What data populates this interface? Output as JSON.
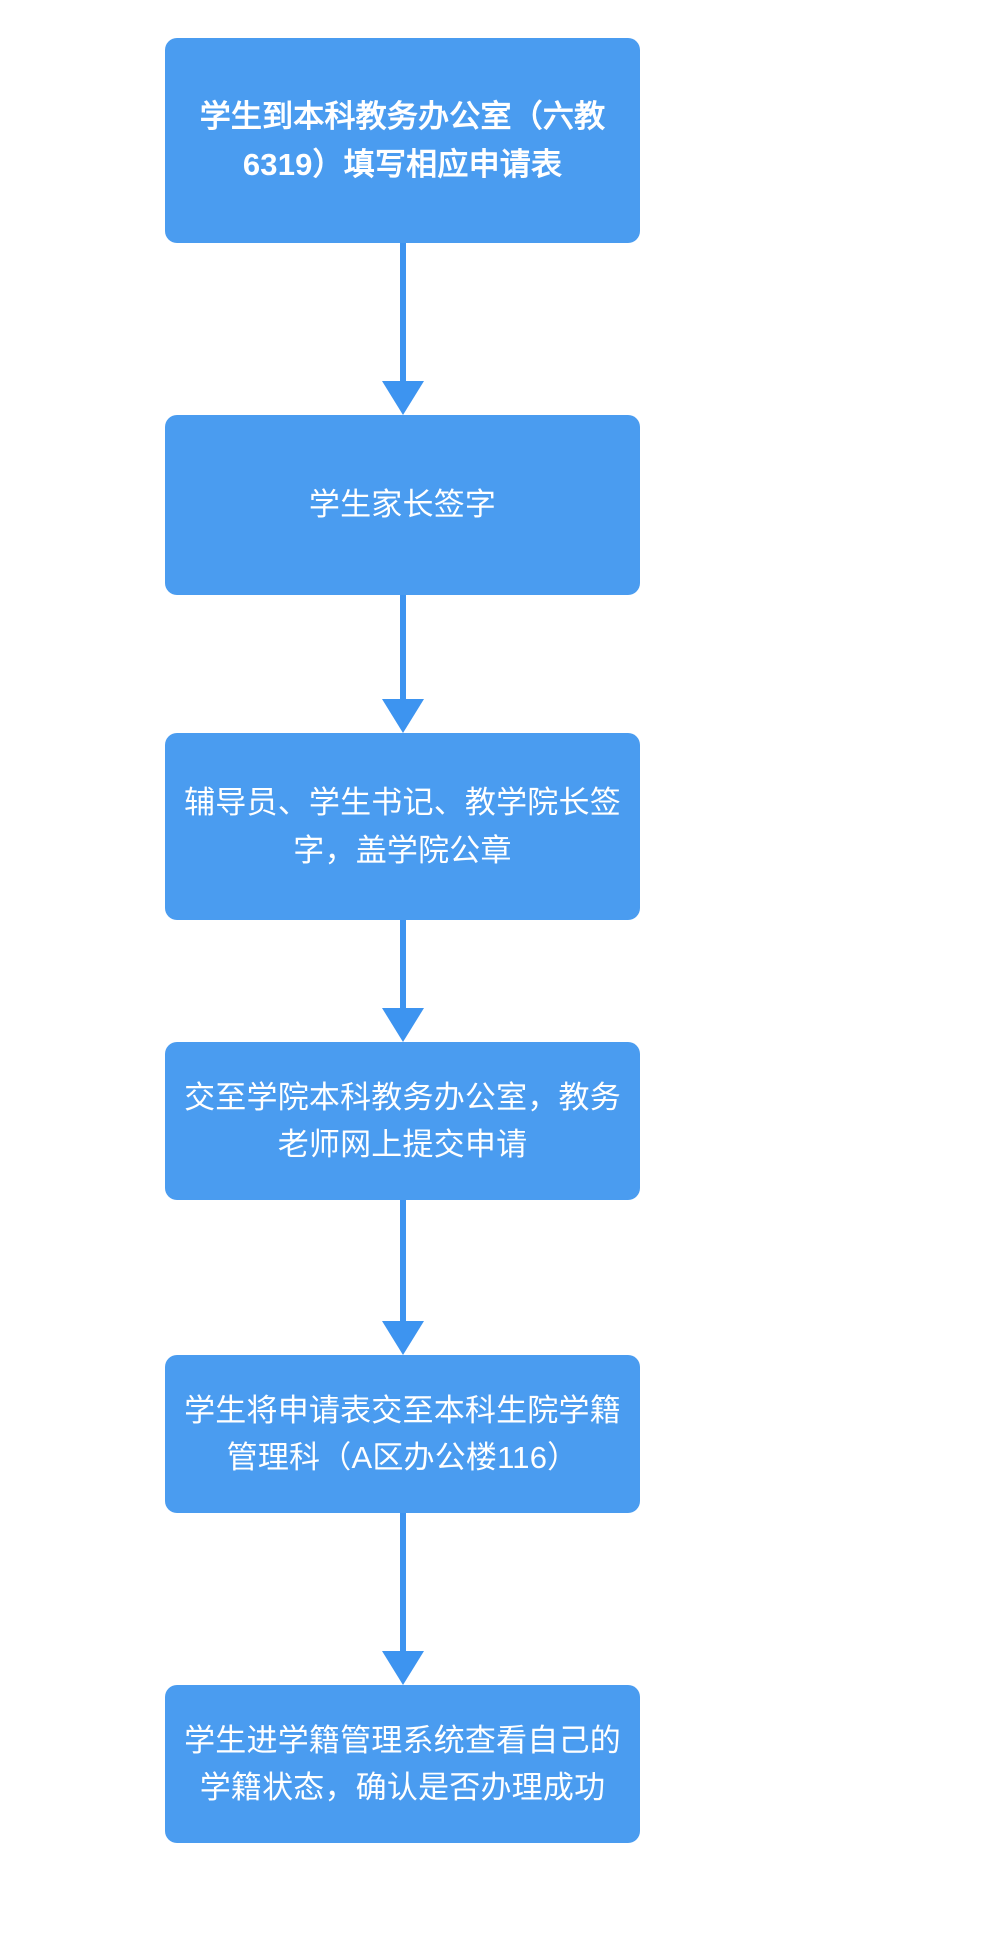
{
  "diagram": {
    "type": "flowchart",
    "orientation": "vertical",
    "title": "",
    "colors": {
      "node_fill": "#4a9cf0",
      "node_text": "#ffffff",
      "connector": "#3d94f0",
      "background": "#ffffff"
    },
    "nodes": [
      {
        "id": "step-1",
        "text": "学生到本科教务办公室（六教6319）填写相应申请表",
        "line1": "学生到本科教务办公室（六教",
        "line2": "6319）填写相应申请表",
        "emphasis": true
      },
      {
        "id": "step-2",
        "text": "学生家长签字",
        "line1": "学生家长签字",
        "line2": "",
        "emphasis": false
      },
      {
        "id": "step-3",
        "text": "辅导员、学生书记、教学院长签字，盖学院公章",
        "line1": "辅导员、学生书记、教学院长签",
        "line2": "字，盖学院公章",
        "emphasis": false
      },
      {
        "id": "step-4",
        "text": "交至学院本科教务办公室，教务老师网上提交申请",
        "line1": "交至学院本科教务办公室，教务老",
        "line2": "师网上提交申请",
        "emphasis": false
      },
      {
        "id": "step-5",
        "text": "学生将申请表交至本科生院学籍管理科（A区办公楼116）",
        "line1": "学生将申请表交至本科生院学籍管",
        "line2": "理科（A区办公楼116）",
        "emphasis": false
      },
      {
        "id": "step-6",
        "text": "学生进学籍管理系统查看自己的学籍状态，确认是否办理成功",
        "line1": "学生进学籍管理系统查看自己的学",
        "line2": "籍状态，确认是否办理成功",
        "emphasis": false
      }
    ],
    "connectors": [
      {
        "id": "arrow-1-2",
        "from": "step-1",
        "to": "step-2",
        "label": ""
      },
      {
        "id": "arrow-2-3",
        "from": "step-2",
        "to": "step-3",
        "label": ""
      },
      {
        "id": "arrow-3-4",
        "from": "step-3",
        "to": "step-4",
        "label": ""
      },
      {
        "id": "arrow-4-5",
        "from": "step-4",
        "to": "step-5",
        "label": ""
      },
      {
        "id": "arrow-5-6",
        "from": "step-5",
        "to": "step-6",
        "label": ""
      }
    ]
  }
}
